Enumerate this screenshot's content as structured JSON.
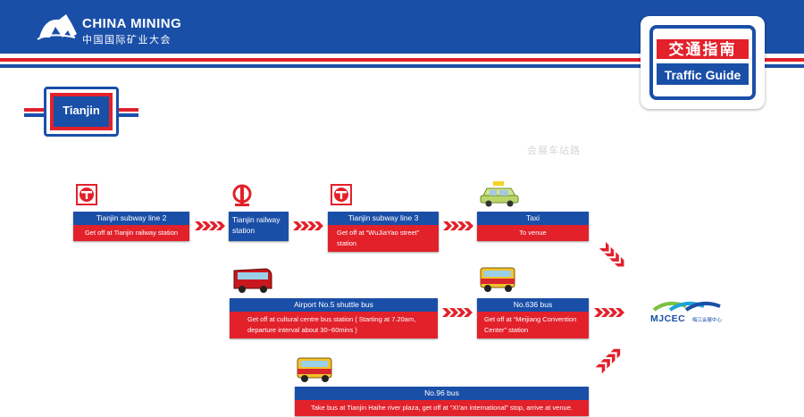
{
  "header": {
    "brand_en": "CHINA MINING",
    "brand_cn": "中国国际矿业大会",
    "badge_cn": "交通指南",
    "badge_en": "Traffic Guide"
  },
  "city_tag": "Tianjin",
  "watermark": "会展车站路",
  "routes": {
    "subway2": {
      "title": "Tianjin subway line 2",
      "detail": "Get off at Tianjin railway station"
    },
    "railway": {
      "title": "Tianjin railway station"
    },
    "subway3": {
      "title": "Tianjin subway line 3",
      "detail": "Get off at “WuJiaYao street” station"
    },
    "taxi": {
      "title": "Taxi",
      "detail": "To venue"
    },
    "airport": {
      "title": "Airport No.5 shuttle bus",
      "detail": "Get off at cultural centre bus station ( Starting at 7.20am, departure interval about 30~60mins )"
    },
    "bus636": {
      "title": "No.636 bus",
      "detail": "Get off at “Meijiang Convention Center” station"
    },
    "bus96": {
      "title": "No.96 bus",
      "detail": "Take bus at Tianjin Haihe river plaza, get off at “XI’an international” stop, arrive at venue."
    }
  },
  "venue": {
    "name": "MJCEC",
    "name_cn": "梅江会展中心"
  },
  "colors": {
    "blue": "#1a4fa8",
    "red": "#e2212b"
  },
  "icons": [
    "subway-icon",
    "railway-icon",
    "taxi-icon",
    "bus-icon",
    "arrow-chevron-icon"
  ]
}
